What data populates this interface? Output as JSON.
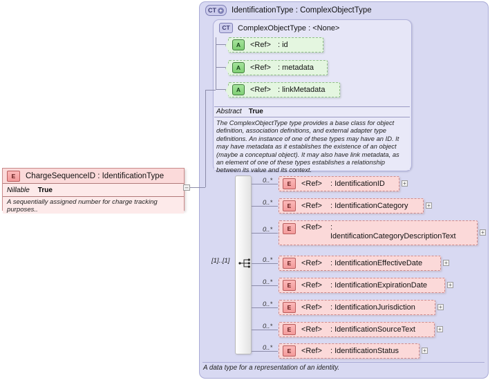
{
  "complex_type": {
    "badge": "CT",
    "badge_icon": "ct-plus-icon",
    "title": "IdentificationType : ComplexObjectType",
    "base": {
      "badge": "CT",
      "title": "ComplexObjectType : <None>",
      "attributes": [
        {
          "badge": "A",
          "ref": "<Ref>",
          "name": ": id"
        },
        {
          "badge": "A",
          "ref": "<Ref>",
          "name": ": metadata"
        },
        {
          "badge": "A",
          "ref": "<Ref>",
          "name": ": linkMetadata"
        }
      ],
      "abstract_key": "Abstract",
      "abstract_value": "True",
      "documentation": "The ComplexObjectType type provides a base class for object definition, association definitions, and external adapter type definitions. An instance of one of these types may have an ID. It may have metadata as it establishes the existence of an object (maybe a conceptual object). It may also have link metadata, as an element of one of these types establishes a relationship between its value and its context."
    },
    "sequence_cardinality": "[1]..[1]",
    "elements": [
      {
        "badge": "E",
        "ref": "<Ref>",
        "name": ": IdentificationID",
        "cardinality": "0..*",
        "expand": "+"
      },
      {
        "badge": "E",
        "ref": "<Ref>",
        "name": ": IdentificationCategory",
        "cardinality": "0..*",
        "expand": "+"
      },
      {
        "badge": "E",
        "ref": "<Ref>",
        "name": ": IdentificationCategoryDescriptionText",
        "cardinality": "0..*",
        "expand": "+"
      },
      {
        "badge": "E",
        "ref": "<Ref>",
        "name": ": IdentificationEffectiveDate",
        "cardinality": "0..*",
        "expand": "+"
      },
      {
        "badge": "E",
        "ref": "<Ref>",
        "name": ": IdentificationExpirationDate",
        "cardinality": "0..*",
        "expand": "+"
      },
      {
        "badge": "E",
        "ref": "<Ref>",
        "name": ": IdentificationJurisdiction",
        "cardinality": "0..*",
        "expand": "+"
      },
      {
        "badge": "E",
        "ref": "<Ref>",
        "name": ": IdentificationSourceText",
        "cardinality": "0..*",
        "expand": "+"
      },
      {
        "badge": "E",
        "ref": "<Ref>",
        "name": ": IdentificationStatus",
        "cardinality": "0..*",
        "expand": "+"
      }
    ],
    "footer_documentation": "A data type for a representation of an identity."
  },
  "element_box": {
    "badge": "E",
    "title": "ChargeSequenceID : IdentificationType",
    "nillable_key": "Nillable",
    "nillable_value": "True",
    "documentation": "A sequentially assigned number for charge tracking purposes..",
    "collapse": "–"
  }
}
